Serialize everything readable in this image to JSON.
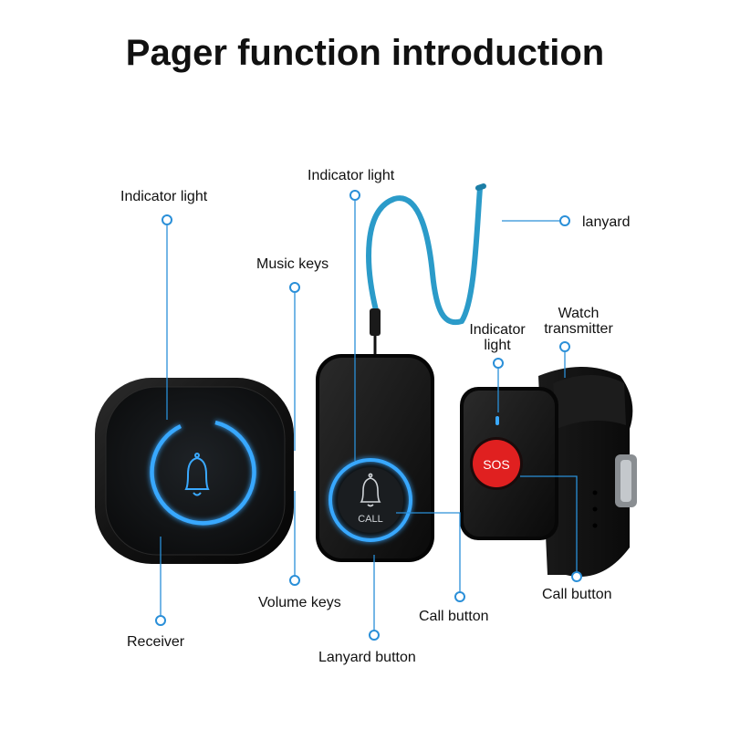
{
  "title": "Pager function introduction",
  "labels": {
    "receiver_indicator": "Indicator light",
    "music_keys": "Music keys",
    "volume_keys": "Volume keys",
    "receiver": "Receiver",
    "pager_indicator": "Indicator light",
    "lanyard": "lanyard",
    "lanyard_button": "Lanyard button",
    "pager_call_button": "Call button",
    "watch_indicator_line1": "Indicator",
    "watch_indicator_line2": "light",
    "watch_transmitter_line1": "Watch",
    "watch_transmitter_line2": "transmitter",
    "watch_call_button": "Call button"
  },
  "devices": {
    "pager_button_text": "CALL",
    "watch_button_text": "SOS"
  },
  "colors": {
    "accent": "#2a8fd8",
    "device_body": "#151515",
    "ring_glow": "#39a8ff",
    "lanyard": "#2b9bc9",
    "sos_red": "#e02020"
  }
}
